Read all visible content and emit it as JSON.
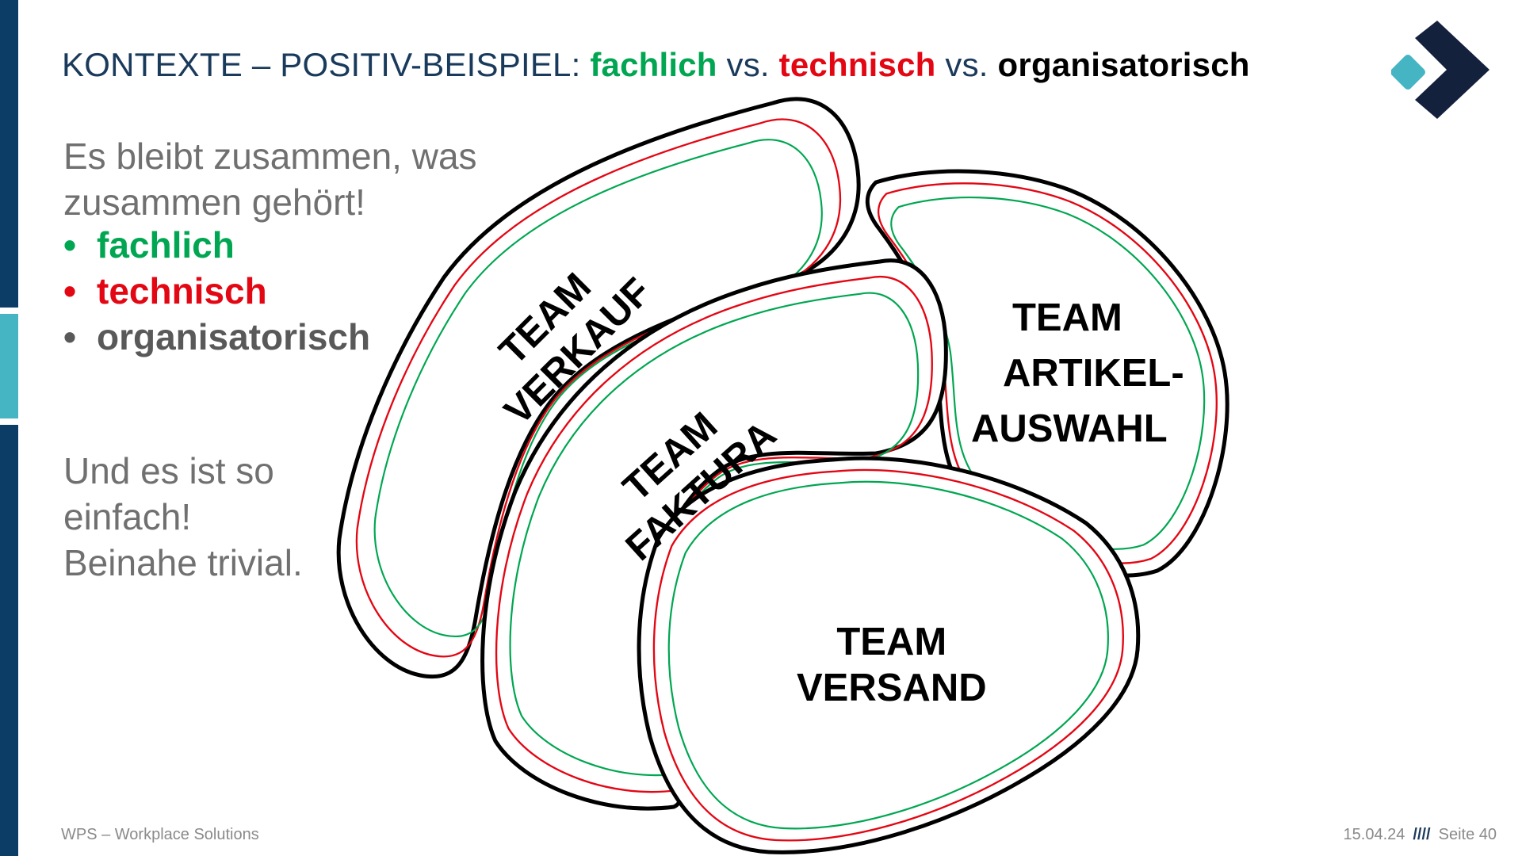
{
  "slide": {
    "title_prefix": "KONTEXTE – POSITIV-BEISPIEL: ",
    "title_word1": "fachlich",
    "title_vs1": " vs. ",
    "title_word2": "technisch",
    "title_vs2": " vs. ",
    "title_word3": "organisatorisch",
    "intro_line1": "Es bleibt zusammen, was",
    "intro_line2": "zusammen gehört!",
    "bullets": [
      {
        "marker": "•",
        "text": "fachlich",
        "color": "#00a651"
      },
      {
        "marker": "•",
        "text": "technisch",
        "color": "#e30613"
      },
      {
        "marker": "•",
        "text": "organisatorisch",
        "color": "#595959"
      }
    ],
    "outro_line1": "Und es ist so",
    "outro_line2": "einfach!",
    "outro_line3": "Beinahe trivial."
  },
  "diagram": {
    "verkauf": {
      "line1": "TEAM",
      "line2": "VERKAUF"
    },
    "faktura": {
      "line1": "TEAM",
      "line2": "FAKTURA"
    },
    "artikel": {
      "line1": "TEAM",
      "line2": "ARTIKEL-",
      "line3": "AUSWAHL"
    },
    "versand": {
      "line1": "TEAM",
      "line2": "VERSAND"
    },
    "ring_colors": {
      "organisatorisch": "#000000",
      "technisch": "#e30613",
      "fachlich": "#00a651"
    }
  },
  "footer": {
    "company": "WPS – Workplace Solutions",
    "date": "15.04.24",
    "separator": "////",
    "page": "Seite 40"
  },
  "colors": {
    "navy": "#0b3d66",
    "teal": "#45b5c4",
    "title": "#1a3a5c",
    "logo_dark": "#14213d"
  }
}
